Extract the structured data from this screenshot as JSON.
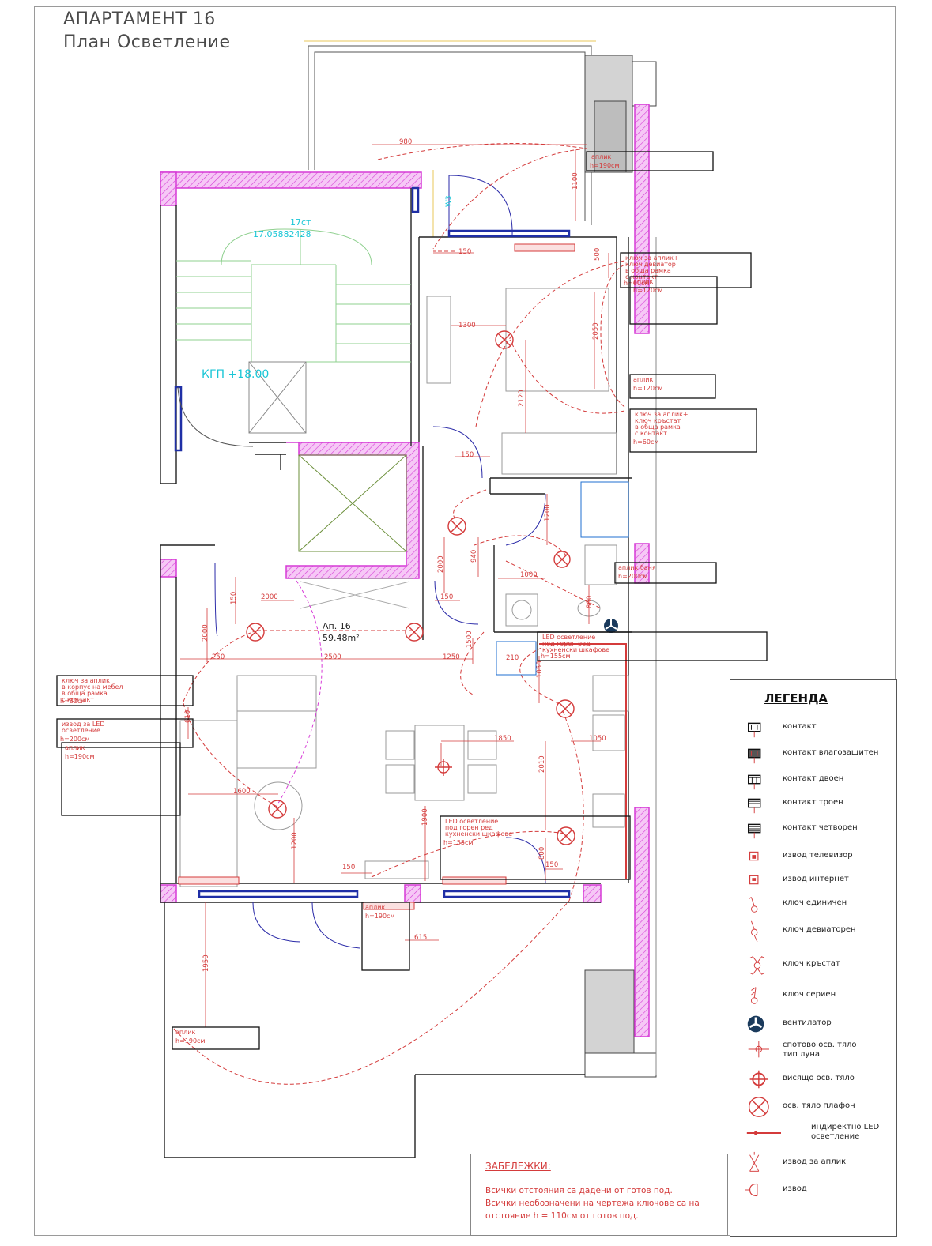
{
  "title": {
    "line1": "АПАРТАМЕНТ 16",
    "line2": "План Осветление"
  },
  "colors": {
    "wall_hatch": "#d63ad6",
    "electrical": "#d43b3b",
    "windows": "#1f2fa6",
    "stairs": "#8fd08f",
    "annotation_cyan": "#19c6d6",
    "door_swing": "#2a2aa8",
    "furniture": "#9a9a9a"
  },
  "plan": {
    "stair": {
      "steps": "17ст",
      "riser": "17.05882428",
      "level": "КГП +18.00"
    },
    "window_tag": "W3",
    "apartment": {
      "name": "Ап. 16",
      "area": "59.48m²"
    },
    "dimensions": [
      "980",
      "1100",
      "150",
      "500",
      "1300",
      "2050",
      "2120",
      "150",
      "1200",
      "2000",
      "940",
      "1000",
      "860",
      "150",
      "2000",
      "150",
      "2000",
      "250",
      "2500",
      "1250",
      "1500",
      "1050",
      "210",
      "610",
      "1850",
      "1050",
      "2010",
      "1600",
      "1200",
      "1900",
      "800",
      "150",
      "150",
      "615",
      "1950"
    ],
    "callouts": [
      {
        "lines": [
          "аплик"
        ],
        "height": "h=190см"
      },
      {
        "lines": [
          "ключ за аплик+",
          "ключ девиатор",
          "в обща рамка",
          "с контакт"
        ],
        "height": "h=60см"
      },
      {
        "lines": [
          "аплик"
        ],
        "height": "h=120см"
      },
      {
        "lines": [
          "аплик"
        ],
        "height": "h=120см"
      },
      {
        "lines": [
          "ключ за аплик+",
          "ключ кръстат",
          "в обща рамка",
          "с контакт"
        ],
        "height": "h=60см"
      },
      {
        "lines": [
          "аплик баня"
        ],
        "height": "h=200см"
      },
      {
        "lines": [
          "LED осветление",
          "под горен ред",
          "кухненски шкафове"
        ],
        "height": "h=155см"
      },
      {
        "lines": [
          "ключ за аплик",
          "в корпус на мебел",
          "в обща рамка",
          "с контакт"
        ],
        "height": "h=80см"
      },
      {
        "lines": [
          "извод за LED",
          "осветление"
        ],
        "height": "h=200см"
      },
      {
        "lines": [
          "аплик"
        ],
        "height": "h=190см"
      },
      {
        "lines": [
          "LED осветление",
          "под горен ред",
          "кухненски шкафове"
        ],
        "height": "h=155см"
      },
      {
        "lines": [
          "аплик"
        ],
        "height": "h=190см"
      },
      {
        "lines": [
          "аплик"
        ],
        "height": "h=190см"
      }
    ]
  },
  "legend": {
    "title": "ЛЕГЕНДА",
    "items": [
      {
        "label": "контакт",
        "icon": "socket-icon"
      },
      {
        "label": "контакт влагозащитен",
        "icon": "waterproof-socket-icon"
      },
      {
        "label": "контакт двоен",
        "icon": "double-socket-icon"
      },
      {
        "label": "контакт троен",
        "icon": "triple-socket-icon"
      },
      {
        "label": "контакт четворен",
        "icon": "quad-socket-icon"
      },
      {
        "label": "извод телевизор",
        "icon": "tv-outlet-icon"
      },
      {
        "label": "извод интернет",
        "icon": "internet-outlet-icon"
      },
      {
        "label": "ключ единичен",
        "icon": "single-switch-icon"
      },
      {
        "label": "ключ девиаторен",
        "icon": "deviator-switch-icon"
      },
      {
        "label": "ключ кръстат",
        "icon": "cross-switch-icon"
      },
      {
        "label": "ключ сериен",
        "icon": "serial-switch-icon"
      },
      {
        "label": "вентилатор",
        "icon": "fan-icon"
      },
      {
        "label": "спотово осв. тяло",
        "label2": "тип луна",
        "icon": "spotlight-icon"
      },
      {
        "label": "висящо осв. тяло",
        "icon": "pendant-light-icon"
      },
      {
        "label": "осв. тяло плафон",
        "icon": "ceiling-light-icon"
      },
      {
        "label": "индиректно LED",
        "label2": "осветление",
        "icon": "led-strip-icon"
      },
      {
        "label": "извод за аплик",
        "icon": "wall-light-outlet-icon"
      },
      {
        "label": "извод",
        "icon": "outlet-icon"
      }
    ]
  },
  "notes": {
    "title": "ЗАБЕЛЕЖКИ:",
    "lines": [
      "Всички отстояния са дадени от готов под.",
      "Всички необозначени на чертежа ключове са на",
      "отстояние h = 110см от готов под."
    ]
  }
}
